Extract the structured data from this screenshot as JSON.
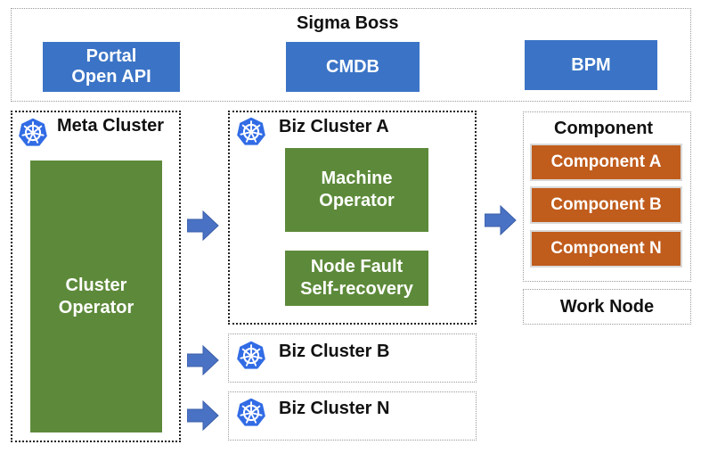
{
  "sigma_boss": {
    "title": "Sigma Boss",
    "portal": "Portal\nOpen API",
    "cmdb": "CMDB",
    "bpm": "BPM"
  },
  "meta_cluster": {
    "title": "Meta Cluster",
    "operator": "Cluster\nOperator"
  },
  "biz_cluster_a": {
    "title": "Biz Cluster A",
    "machine_operator": "Machine\nOperator",
    "node_fault": "Node Fault\nSelf-recovery"
  },
  "biz_cluster_b": {
    "title": "Biz Cluster B"
  },
  "biz_cluster_n": {
    "title": "Biz Cluster N"
  },
  "component_panel": {
    "title": "Component",
    "items": [
      "Component A",
      "Component B",
      "Component N"
    ]
  },
  "work_node": {
    "label": "Work Node"
  },
  "colors": {
    "blue": "#3b74c6",
    "green": "#5d8a3a",
    "orange": "#c05c1c",
    "k8s": "#326ce5",
    "arrow": "#4a72c4"
  },
  "icons": [
    "kubernetes-icon",
    "right-arrow-icon"
  ]
}
